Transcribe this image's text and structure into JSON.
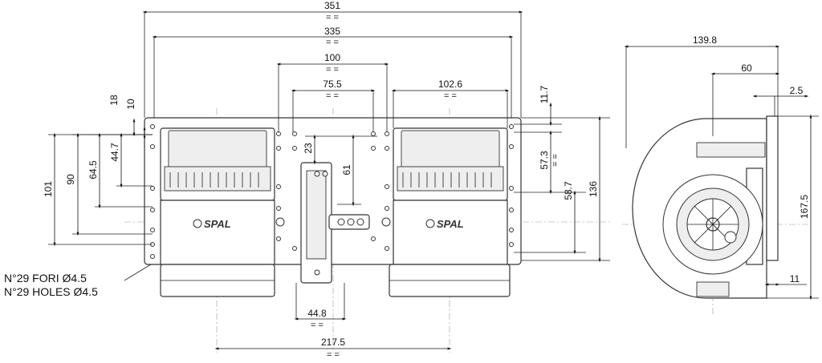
{
  "dimensions": {
    "d351": "351",
    "d335": "335",
    "d100": "100",
    "d75_5": "75.5",
    "d102_6": "102.6",
    "d11_7": "11.7",
    "d18": "18",
    "d10": "10",
    "d101": "101",
    "d90": "90",
    "d64_5": "64.5",
    "d44_7": "44.7",
    "d23": "23",
    "d61": "61",
    "d57_3": "57.3",
    "d58_7": "58.7",
    "d136": "136",
    "d44_8": "44.8",
    "d217_5": "217.5",
    "d139_8": "139.8",
    "d60": "60",
    "d2_5": "2.5",
    "d167_5": "167.5",
    "d11": "11"
  },
  "symbols": {
    "equal": "= ="
  },
  "notes": {
    "holes_it": "N°29 FORI Ø4.5",
    "holes_en": "N°29 HOLES Ø4.5"
  },
  "brand": {
    "left": "SPAL",
    "right": "SPAL"
  },
  "colors": {
    "line": "#222222",
    "fill": "#eeeeee"
  }
}
